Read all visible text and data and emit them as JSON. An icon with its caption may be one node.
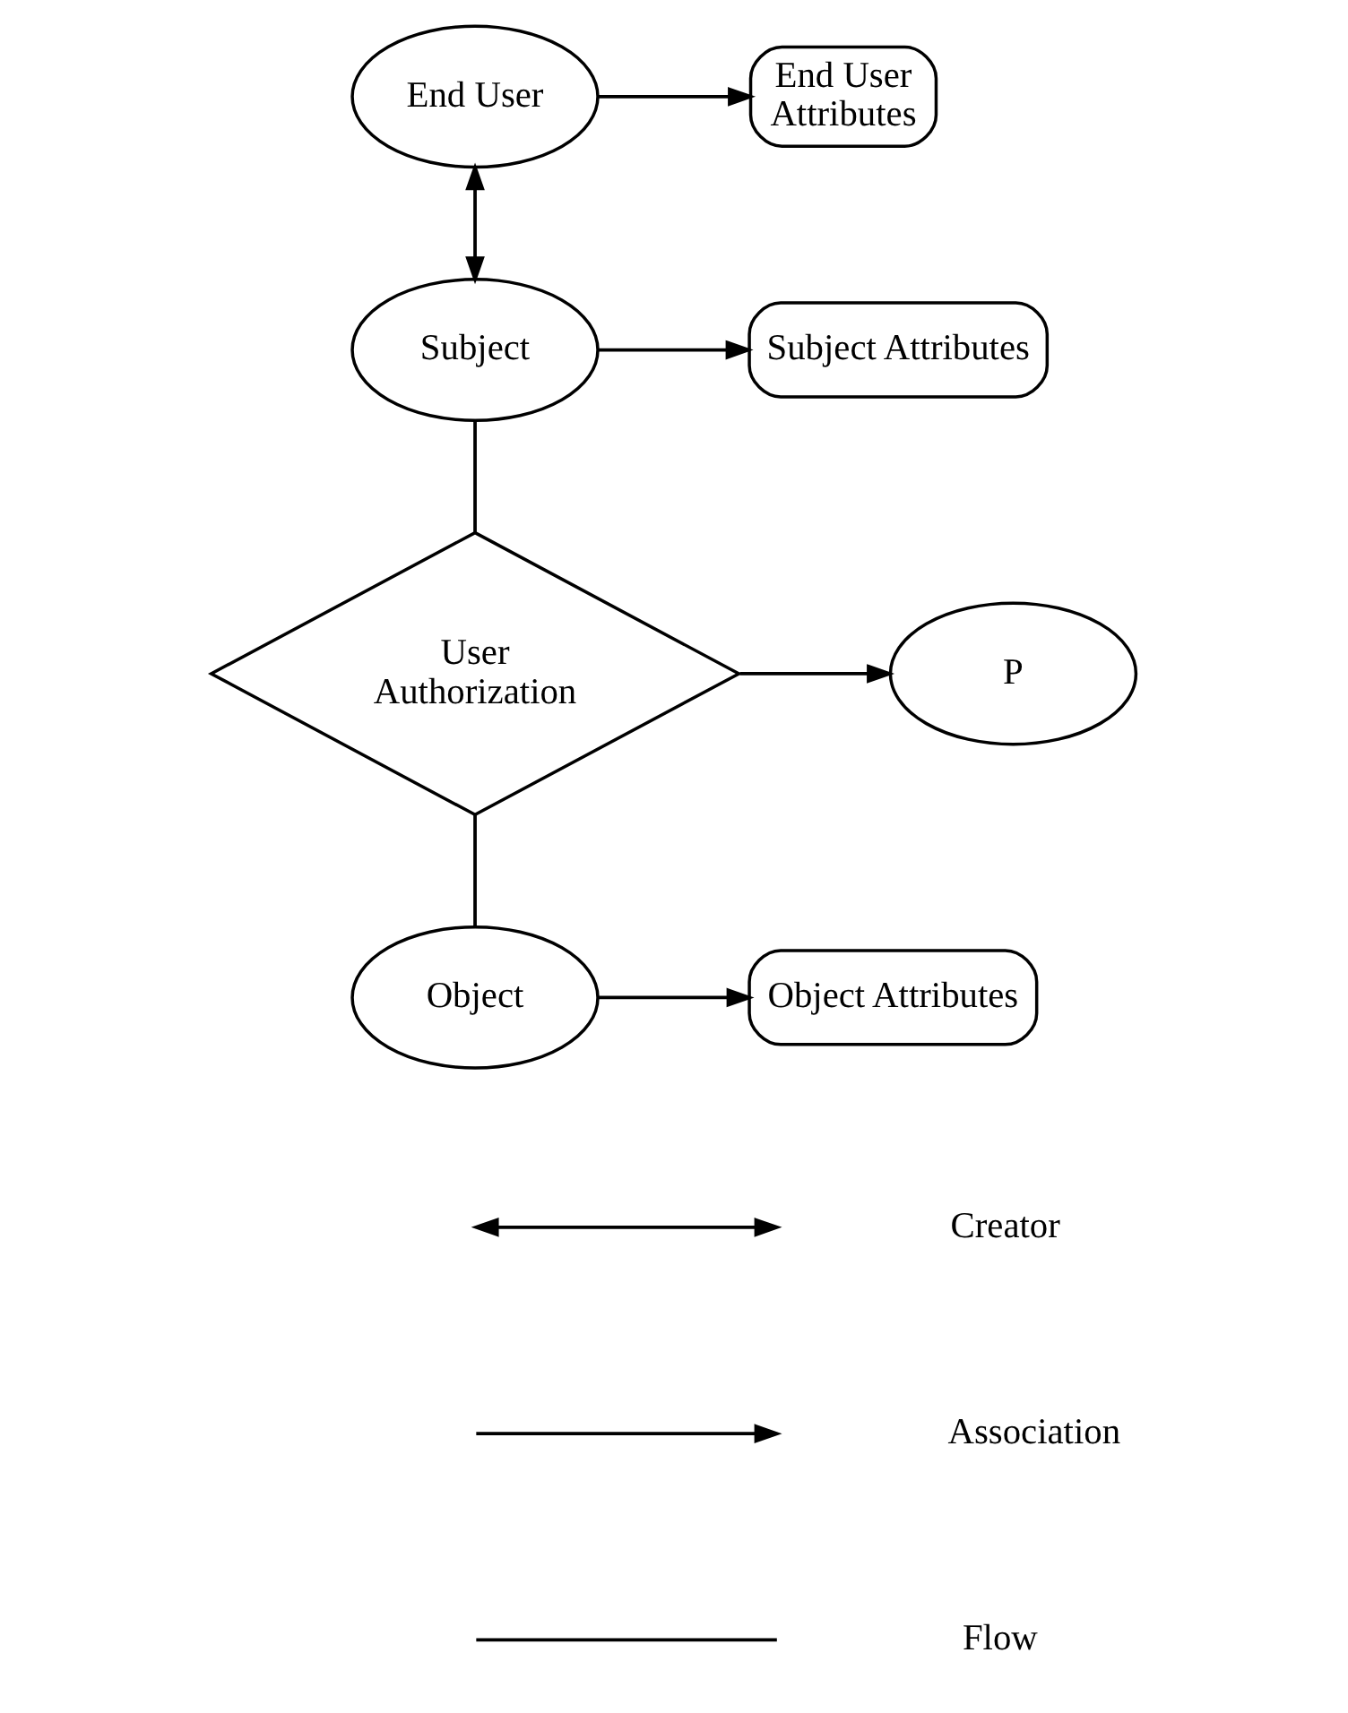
{
  "diagram": {
    "nodes": [
      {
        "text": [
          "End User"
        ]
      },
      {
        "text": [
          "End User Attributes"
        ]
      },
      {
        "text": [
          "Subject"
        ]
      },
      {
        "text": [
          "Subject Attributes"
        ]
      },
      {
        "text": [
          "User Authorization"
        ]
      },
      {
        "text": [
          "P"
        ]
      },
      {
        "text": [
          "Object"
        ]
      },
      {
        "text": [
          "Object Attributes"
        ]
      }
    ],
    "edges": [
      {
        "from": 0,
        "to": 1,
        "arrow": "to"
      },
      {
        "from": 0,
        "to": 2,
        "arrow": "both"
      },
      {
        "from": 2,
        "to": 3,
        "arrow": "to"
      },
      {
        "from": 2,
        "to": 4,
        "arrow": "none"
      },
      {
        "from": 4,
        "to": 5,
        "arrow": "to"
      },
      {
        "from": 4,
        "to": 6,
        "arrow": "none"
      },
      {
        "from": 6,
        "to": 7,
        "arrow": "to"
      }
    ],
    "legend": [
      {
        "text": "Creator"
      },
      {
        "text": "Association"
      },
      {
        "text": "Flow"
      }
    ]
  }
}
